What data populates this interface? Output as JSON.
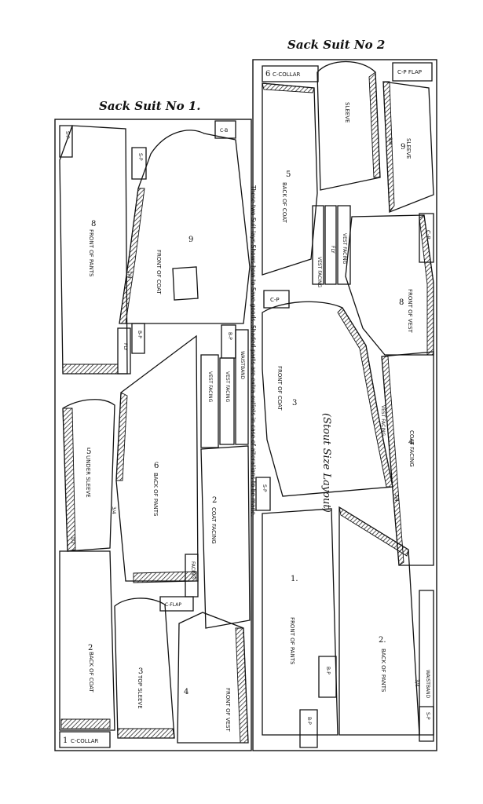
{
  "suit1": {
    "title": "Sack Suit No 1.",
    "pieces": {
      "front_of_pants": "FRONT OF PANTS",
      "front_of_pants_num": "8",
      "front_of_coat": "FRONT OF COAT",
      "front_of_coat_num": "9",
      "back_of_pants": "BACK OF PANTS",
      "back_of_pants_num": "6",
      "under_sleeve": "UNDER SLEEVE",
      "under_sleeve_num": "5",
      "back_of_coat": "BACK OF COAT",
      "back_of_coat_num": "2",
      "top_sleeve": "TOP SLEEVE",
      "top_sleeve_num": "3",
      "front_of_vest": "FRONT OF VEST",
      "front_of_vest_num": "4",
      "coat_facing": "COAT FACING",
      "coat_facing_num": "2",
      "vest_facing": "VEST FACING",
      "waistband": "WAISTBAND",
      "fly": "FLY",
      "bp": "B-P",
      "sp": "S-P",
      "cb": "C-B",
      "cflap": "C-FLAP",
      "facing": "FACING",
      "ccollar": "C-COLLAR",
      "collar_num": "1"
    }
  },
  "suit2": {
    "title": "Sack Suit No 2",
    "pieces": {
      "ccollar": "C-COLLAR",
      "ccollar_num": "6",
      "cpflap": "C-P FLAP",
      "back_of_coat": "BACK OF COAT",
      "back_of_coat_num": "5",
      "sleeve": "SLEEVE",
      "sleeve_num": "7",
      "sleeve2": "SLEEVE",
      "sleeve2_num": "9",
      "vest_facing": "VEST FACING",
      "vest_facing2": "VEST FACING",
      "fly": "FLY",
      "cp": "C-P",
      "cp2": "C-P",
      "front_of_vest": "FRONT OF VEST",
      "front_of_vest_num": "8",
      "front_of_coat": "FRONT OF COAT",
      "front_of_coat_num": "3",
      "coat_facing": "COAT FACING",
      "coat_facing_num": "4",
      "vest_facing3": "VEST FACING",
      "front_of_pants": "FRONT OF PANTS",
      "front_of_pants_num": "1.",
      "back_of_pants": "BACK OF PANTS",
      "back_of_pants_num": "2.",
      "waistband": "WAISTBAND",
      "bp": "B-P",
      "bp2": "B-P",
      "sp": "S-P",
      "sp2": "S-P",
      "stout": "(Stout Size Layout)"
    }
  },
  "note": "These two Suit-lays Shows how to Save goods. Shaded-parts are extra-outlets in case of alterations to be made.",
  "seam_marks": [
    "3/4",
    "1/4",
    "1/2"
  ]
}
